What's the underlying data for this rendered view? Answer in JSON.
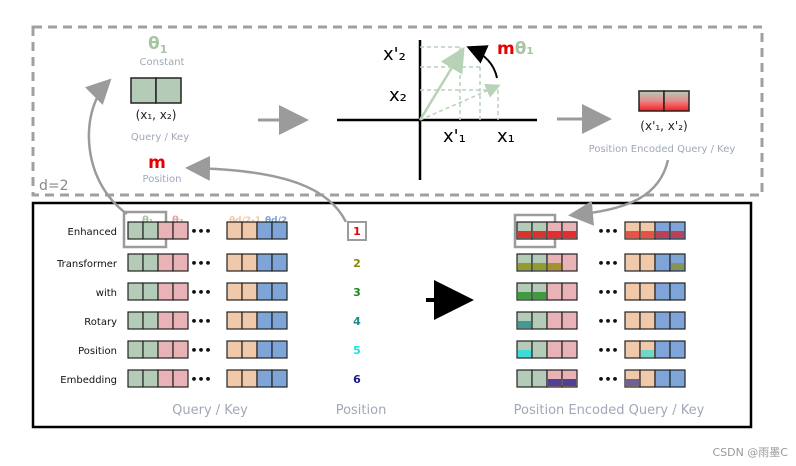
{
  "top": {
    "theta_label": "θ",
    "theta_sub": "1",
    "constant_label": "Constant",
    "pair_label": "(x₁, x₂)",
    "query_key_label": "Query / Key",
    "m_label": "m",
    "position_label": "Position",
    "d_label": "d=2",
    "axis_x2p": "x'₂",
    "axis_x2": "x₂",
    "axis_x1p": "x'₁",
    "axis_x1": "x₁",
    "rot_m": "m",
    "rot_theta": "θ₁",
    "encoded_pair": "(x'₁, x'₂)",
    "encoded_label": "Position Encoded Query / Key"
  },
  "bottom": {
    "theta_headers": [
      "θ₁",
      "θ₂",
      "θd/2-1",
      "θd/2"
    ],
    "words": [
      "Enhanced",
      "Transformer",
      "with",
      "Rotary",
      "Position",
      "Embedding"
    ],
    "positions": [
      "1",
      "2",
      "3",
      "4",
      "5",
      "6"
    ],
    "position_colors": [
      "#e60000",
      "#8a8a00",
      "#1a8a1a",
      "#1a8a8a",
      "#1ae0e0",
      "#1a1a8a"
    ],
    "footer_query_key": "Query / Key",
    "footer_position": "Position",
    "footer_encoded": "Position Encoded Query / Key",
    "ellipsis": "•••"
  },
  "colors": {
    "green": "#b4cbb7",
    "pink": "#e8b2b6",
    "peach": "#efc9a9",
    "blue": "#7fa4d8",
    "gray_text": "#9fa8b8",
    "theta_green": "#a7c4a3"
  },
  "watermark": "CSDN @雨墨C"
}
